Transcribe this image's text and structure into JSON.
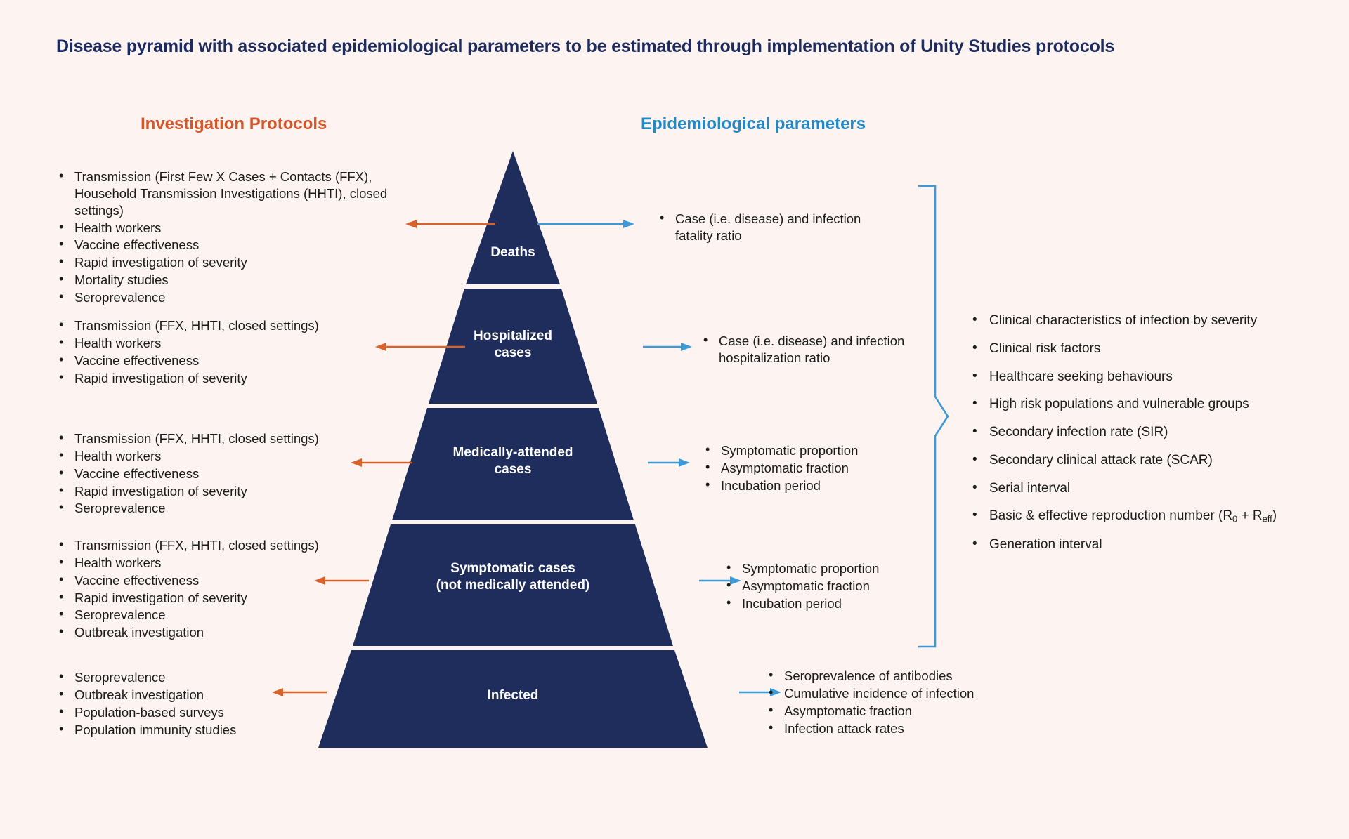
{
  "title": {
    "bold_part": "Disease pyramid",
    "rest": " with associated epidemiological parameters to be estimated through implementation of Unity Studies protocols",
    "full": "Disease pyramid with associated epidemiological parameters to be estimated through implementation of Unity Studies protocols"
  },
  "columns": {
    "left_heading": "Investigation Protocols",
    "right_heading": "Epidemiological parameters"
  },
  "colors": {
    "background": "#fdf4f1",
    "pyramid_fill": "#1f2d5c",
    "left_heading": "#d4562a",
    "right_heading": "#2389c6",
    "left_arrow": "#d9622b",
    "right_arrow": "#3d9ad8",
    "bracket": "#3d9ad8",
    "title": "#1d2c5c"
  },
  "pyramid": {
    "levels": [
      {
        "id": "deaths",
        "label": "Deaths"
      },
      {
        "id": "hospitalized",
        "label": "Hospitalized\ncases",
        "line1": "Hospitalized",
        "line2": "cases"
      },
      {
        "id": "medically-attended",
        "label": "Medically-attended\ncases",
        "line1": "Medically-attended",
        "line2": "cases"
      },
      {
        "id": "symptomatic",
        "label": "Symptomatic cases\n(not medically attended)",
        "line1": "Symptomatic cases",
        "line2": "(not medically attended)"
      },
      {
        "id": "infected",
        "label": "Infected"
      }
    ]
  },
  "investigation_protocols": [
    {
      "level": "deaths",
      "items": [
        "Transmission (First Few X Cases + Contacts (FFX), Household Transmission Investigations (HHTI), closed settings)",
        "Health workers",
        "Vaccine effectiveness",
        "Rapid investigation of severity",
        "Mortality studies",
        "Seroprevalence"
      ]
    },
    {
      "level": "hospitalized",
      "items": [
        "Transmission (FFX, HHTI, closed settings)",
        "Health workers",
        "Vaccine effectiveness",
        "Rapid investigation of severity"
      ]
    },
    {
      "level": "medically-attended",
      "items": [
        "Transmission (FFX, HHTI, closed settings)",
        "Health workers",
        "Vaccine effectiveness",
        "Rapid investigation of severity",
        "Seroprevalence"
      ]
    },
    {
      "level": "symptomatic",
      "items": [
        "Transmission (FFX, HHTI, closed settings)",
        "Health workers",
        "Vaccine effectiveness",
        "Rapid investigation of severity",
        "Seroprevalence",
        "Outbreak investigation"
      ]
    },
    {
      "level": "infected",
      "items": [
        "Seroprevalence",
        "Outbreak investigation",
        "Population-based surveys",
        "Population immunity studies"
      ]
    }
  ],
  "epidemiological_parameters": [
    {
      "level": "deaths",
      "items": [
        "Case (i.e. disease) and infection fatality ratio"
      ]
    },
    {
      "level": "hospitalized",
      "items": [
        "Case (i.e. disease) and infection hospitalization ratio"
      ]
    },
    {
      "level": "medically-attended",
      "items": [
        "Symptomatic proportion",
        "Asymptomatic fraction",
        "Incubation period"
      ]
    },
    {
      "level": "symptomatic",
      "items": [
        "Symptomatic proportion",
        "Asymptomatic fraction",
        "Incubation period"
      ]
    },
    {
      "level": "infected",
      "items": [
        "Seroprevalence of antibodies",
        "Cumulative incidence of infection",
        "Asymptomatic fraction",
        "Infection attack rates"
      ]
    }
  ],
  "cross_cutting_parameters": {
    "items": [
      "Clinical characteristics of infection by severity",
      "Clinical risk factors",
      "Healthcare seeking behaviours",
      "High risk populations and vulnerable groups",
      "Secondary infection rate (SIR)",
      "Secondary clinical attack rate (SCAR)",
      "Serial interval",
      "Basic & effective reproduction number (R0 + Reff)",
      "Generation interval"
    ],
    "reproduction_number": {
      "prefix": "Basic & effective reproduction number (R",
      "sub1": "0",
      "mid": " + R",
      "sub2": "eff",
      "suffix": ")"
    }
  }
}
